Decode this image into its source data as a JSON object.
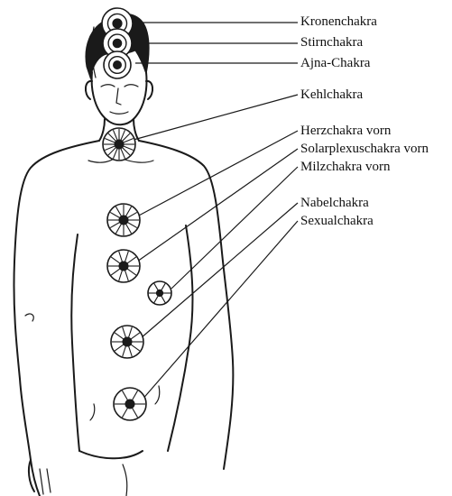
{
  "labels": {
    "krone": "Kronenchakra",
    "stirn": "Stirnchakra",
    "ajna": "Ajna-Chakra",
    "kehl": "Kehlchakra",
    "herz": "Herzchakra vorn",
    "solar": "Solarplexuschakra vorn",
    "milz": "Milzchakra vorn",
    "nabel": "Nabelchakra",
    "sexual": "Sexualchakra"
  },
  "colors": {
    "ink": "#1a1a1a",
    "paper": "#ffffff"
  },
  "chakras": [
    {
      "key": "krone",
      "spokes": 0,
      "style": "concentric"
    },
    {
      "key": "stirn",
      "spokes": 0,
      "style": "concentric"
    },
    {
      "key": "ajna",
      "spokes": 0,
      "style": "concentric"
    },
    {
      "key": "kehl",
      "spokes": 16,
      "style": "wheel"
    },
    {
      "key": "herz",
      "spokes": 12,
      "style": "wheel"
    },
    {
      "key": "solar",
      "spokes": 10,
      "style": "wheel"
    },
    {
      "key": "milz",
      "spokes": 6,
      "style": "wheel"
    },
    {
      "key": "nabel",
      "spokes": 10,
      "style": "wheel"
    },
    {
      "key": "sexual",
      "spokes": 6,
      "style": "wheel"
    }
  ]
}
